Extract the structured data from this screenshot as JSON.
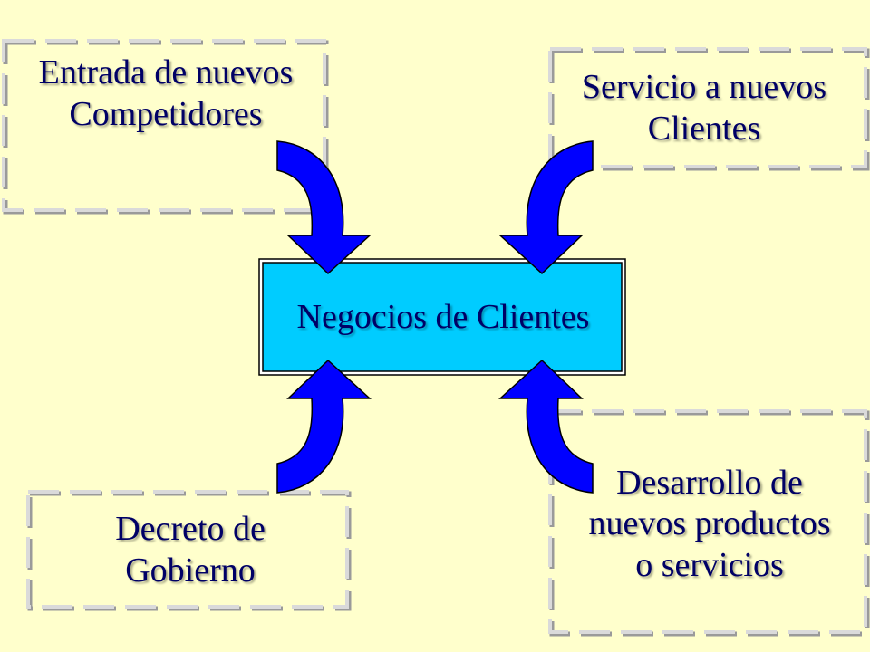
{
  "colors": {
    "background": "#FFFFCC",
    "center_fill": "#00CCFF",
    "arrow_fill": "#0000FF",
    "text": "#000066",
    "dash_border": "#C8C8C8"
  },
  "center": {
    "label": "Negocios de Clientes"
  },
  "boxes": {
    "top_left": {
      "label": "Entrada de nuevos Competidores"
    },
    "top_right": {
      "label": "Servicio a nuevos Clientes"
    },
    "bottom_left": {
      "label": "Decreto de Gobierno"
    },
    "bottom_right": {
      "label": "Desarrollo de nuevos productos o servicios"
    }
  }
}
